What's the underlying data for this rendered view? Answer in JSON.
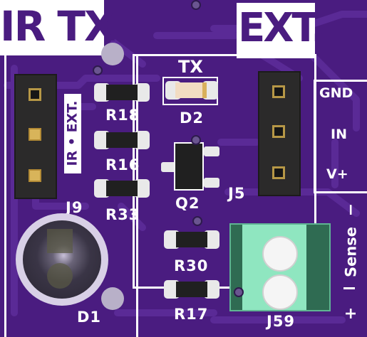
{
  "labels": {
    "ir_tx": "IR TX",
    "ext": "EXT.",
    "tx": "TX",
    "side_ir_ext": "IR • EXT.",
    "gnd": "GND",
    "in": "IN",
    "vplus": "V+",
    "minus": "−",
    "sense": "Sense",
    "plus": "+"
  },
  "refs": {
    "r18": "R18",
    "r16": "R16",
    "r33": "R33",
    "d2": "D2",
    "q2": "Q2",
    "j9": "J9",
    "j5": "J5",
    "r30": "R30",
    "r17": "R17",
    "d1": "D1",
    "j59": "J59"
  },
  "colors": {
    "board": "#4a1c80",
    "silkscreen": "#ffffff",
    "pad": "#e9e9e9",
    "terminal": "#8fe6c0",
    "header": "#2b2a2a"
  }
}
